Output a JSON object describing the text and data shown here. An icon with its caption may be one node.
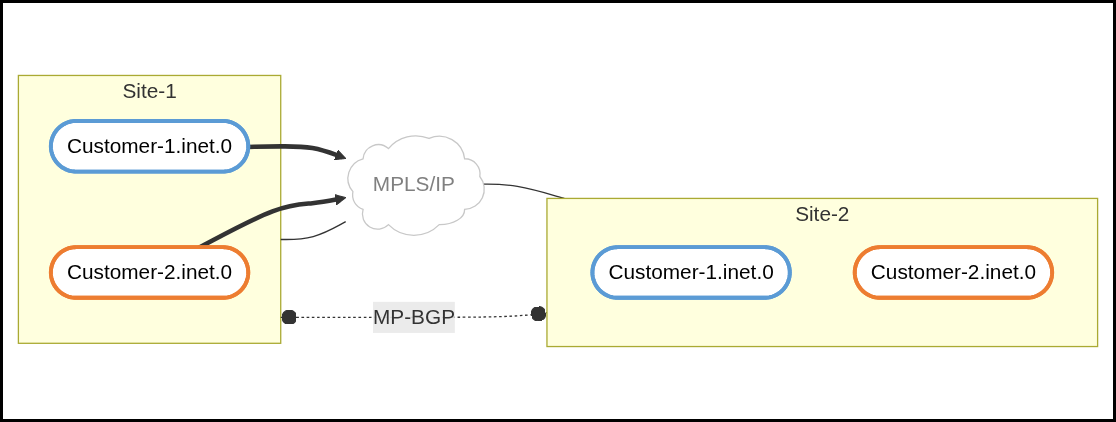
{
  "diagram": {
    "nodes": [
      {
        "text": [
          "Site-1"
        ]
      },
      {
        "text": [
          "Customer-1.inet.0"
        ],
        "in": 0
      },
      {
        "text": [
          "Customer-2.inet.0"
        ],
        "in": 0
      },
      {
        "text": [
          "MPLS/IP"
        ]
      },
      {
        "text": [
          "Site-2"
        ]
      },
      {
        "text": [
          "Customer-1.inet.0"
        ],
        "in": 4
      },
      {
        "text": [
          "Customer-2.inet.0"
        ],
        "in": 4
      }
    ],
    "edges": [
      {
        "from": 1,
        "to": 3,
        "arrow": "to",
        "style": "thick"
      },
      {
        "from": 2,
        "to": 3,
        "arrow": "to",
        "style": "thick"
      },
      {
        "from": 0,
        "to": 3,
        "arrow": "none"
      },
      {
        "from": 3,
        "to": 4,
        "arrow": "none"
      },
      {
        "from": 0,
        "to": 4,
        "arrow": "other",
        "style": "dashed",
        "label": "MP-BGP"
      }
    ]
  }
}
